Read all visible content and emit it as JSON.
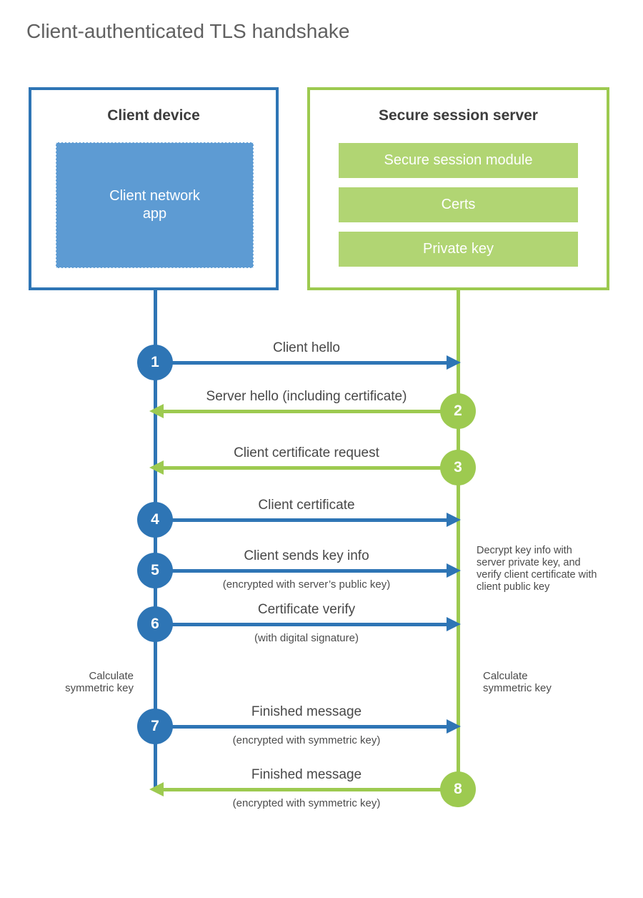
{
  "title": "Client-authenticated TLS handshake",
  "colors": {
    "blue": "#2e75b5",
    "blue_fill": "#5d9bd3",
    "green": "#9dca50",
    "green_fill": "#b1d573"
  },
  "client_box": {
    "title": "Client device",
    "app_label": "Client network app"
  },
  "server_box": {
    "title": "Secure session server",
    "modules": [
      "Secure session module",
      "Certs",
      "Private key"
    ]
  },
  "messages": [
    {
      "num": "1",
      "label": "Client hello",
      "sublabel": "",
      "direction": "right",
      "color": "blue"
    },
    {
      "num": "2",
      "label": "Server hello (including certificate)",
      "sublabel": "",
      "direction": "left",
      "color": "green"
    },
    {
      "num": "3",
      "label": "Client certificate request",
      "sublabel": "",
      "direction": "left",
      "color": "green"
    },
    {
      "num": "4",
      "label": "Client certificate",
      "sublabel": "",
      "direction": "right",
      "color": "blue"
    },
    {
      "num": "5",
      "label": "Client sends key info",
      "sublabel": "(encrypted with server’s public key)",
      "direction": "right",
      "color": "blue"
    },
    {
      "num": "6",
      "label": "Certificate verify",
      "sublabel": "(with digital signature)",
      "direction": "right",
      "color": "blue"
    },
    {
      "num": "7",
      "label": "Finished message",
      "sublabel": "(encrypted with symmetric key)",
      "direction": "right",
      "color": "blue"
    },
    {
      "num": "8",
      "label": "Finished message",
      "sublabel": "(encrypted with symmetric key)",
      "direction": "left",
      "color": "green"
    }
  ],
  "annotations": {
    "server_note": "Decrypt key info with server private key, and verify client certificate with client public key",
    "calc_left": "Calculate symmetric key",
    "calc_right": "Calculate symmetric key"
  }
}
